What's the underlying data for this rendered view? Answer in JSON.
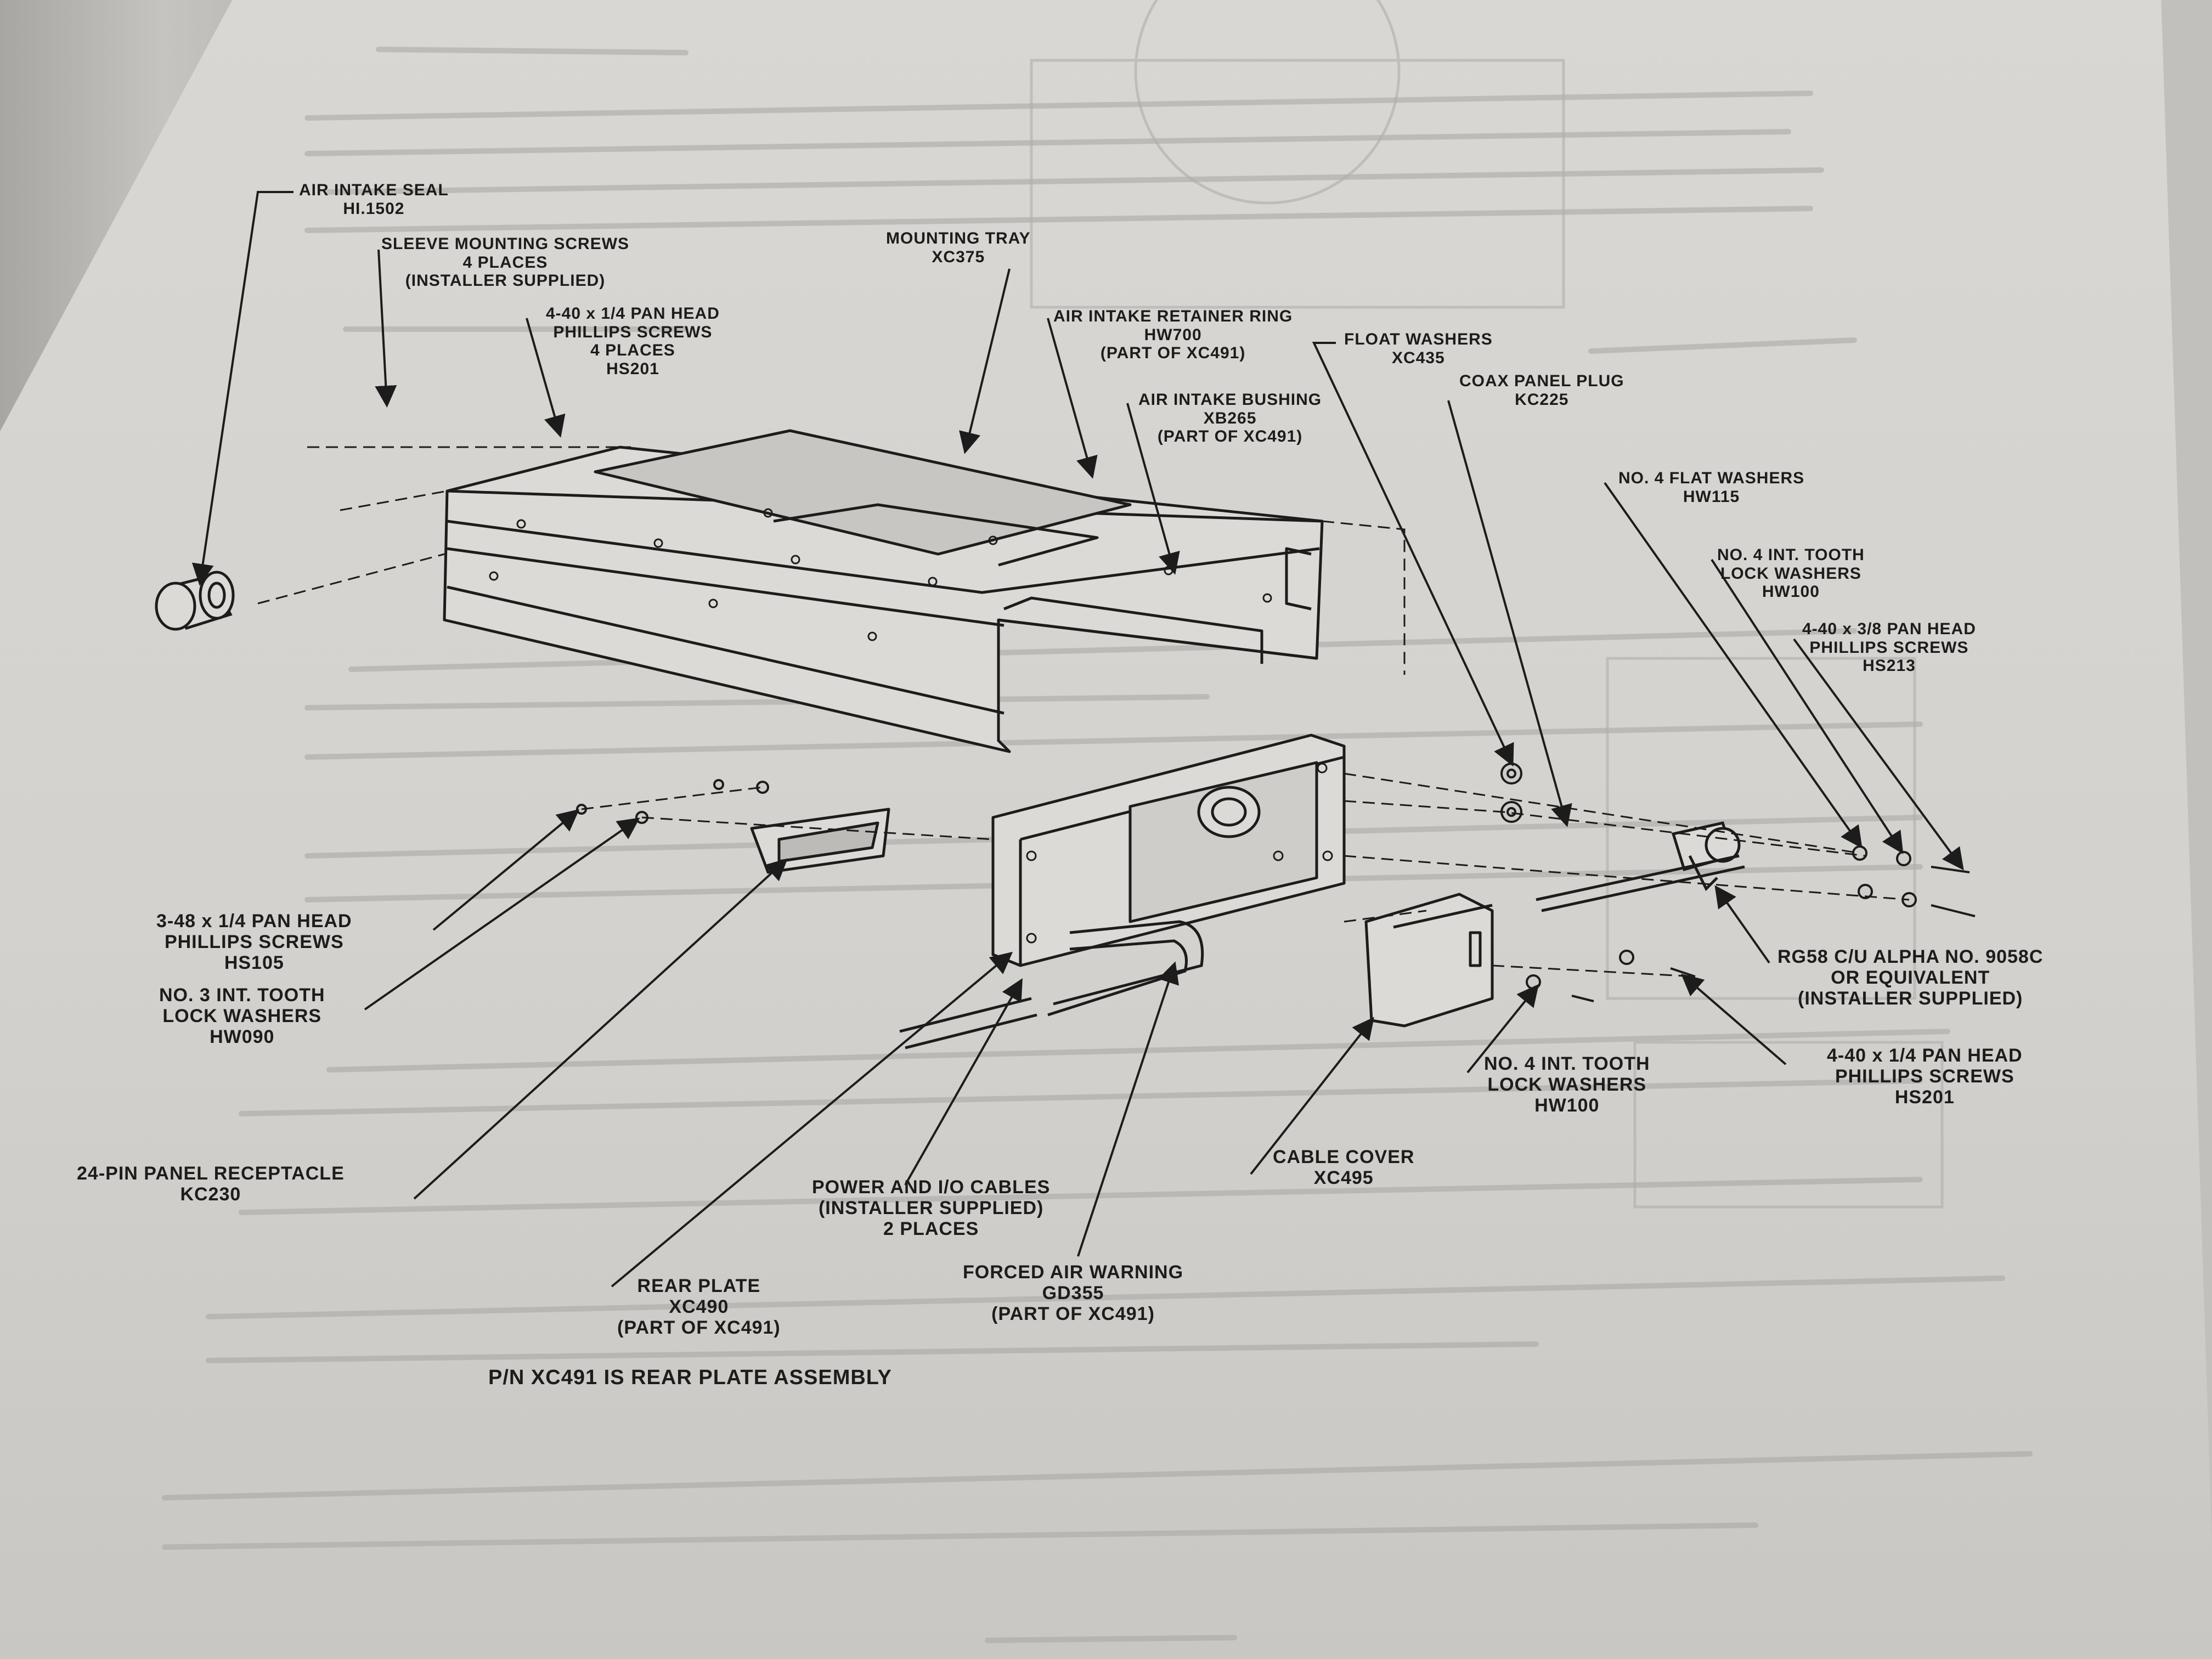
{
  "figure": {
    "labels": {
      "air_intake_seal": [
        "AIR INTAKE SEAL",
        "HI.1502"
      ],
      "sleeve_mounting_screws": [
        "SLEEVE MOUNTING SCREWS",
        "4 PLACES",
        "(INSTALLER SUPPLIED)"
      ],
      "pan_head_screws_hs201_top": [
        "4-40 x 1/4 PAN HEAD",
        "PHILLIPS SCREWS",
        "4 PLACES",
        "HS201"
      ],
      "mounting_tray": [
        "MOUNTING TRAY",
        "XC375"
      ],
      "air_intake_retainer_ring": [
        "AIR INTAKE RETAINER RING",
        "HW700",
        "(PART OF XC491)"
      ],
      "air_intake_bushing": [
        "AIR INTAKE BUSHING",
        "XB265",
        "(PART OF XC491)"
      ],
      "float_washers": [
        "FLOAT WASHERS",
        "XC435"
      ],
      "coax_panel_plug": [
        "COAX PANEL PLUG",
        "KC225"
      ],
      "no4_flat_washers": [
        "NO. 4 FLAT WASHERS",
        "HW115"
      ],
      "no4_int_tooth_top": [
        "NO. 4 INT. TOOTH",
        "LOCK WASHERS",
        "HW100"
      ],
      "pan_head_screws_hs213": [
        "4-40 x 3/8 PAN HEAD",
        "PHILLIPS SCREWS",
        "HS213"
      ],
      "pan_head_screws_hs105": [
        "3-48 x 1/4 PAN HEAD",
        "PHILLIPS SCREWS",
        "HS105"
      ],
      "no3_int_tooth": [
        "NO. 3 INT. TOOTH",
        "LOCK WASHERS",
        "HW090"
      ],
      "panel_receptacle": [
        "24-PIN PANEL RECEPTACLE",
        "KC230"
      ],
      "rg58_cable": [
        "RG58 C/U ALPHA NO. 9058C",
        "OR EQUIVALENT",
        "(INSTALLER SUPPLIED)"
      ],
      "pan_head_screws_hs201_bottom": [
        "4-40 x 1/4 PAN HEAD",
        "PHILLIPS SCREWS",
        "HS201"
      ],
      "no4_int_tooth_bottom": [
        "NO. 4 INT. TOOTH",
        "LOCK WASHERS",
        "HW100"
      ],
      "cable_cover": [
        "CABLE COVER",
        "XC495"
      ],
      "power_io_cables": [
        "POWER AND I/O CABLES",
        "(INSTALLER SUPPLIED)",
        "2 PLACES"
      ],
      "forced_air_warning": [
        "FORCED AIR WARNING",
        "GD355",
        "(PART OF XC491)"
      ],
      "rear_plate": [
        "REAR PLATE",
        "XC490",
        "(PART OF XC491)"
      ]
    },
    "caption": "P/N XC491 IS REAR PLATE ASSEMBLY"
  },
  "colors": {
    "paper": "#d6d4d0",
    "ink": "#1c1c1c",
    "show_through": "#9a9895"
  }
}
